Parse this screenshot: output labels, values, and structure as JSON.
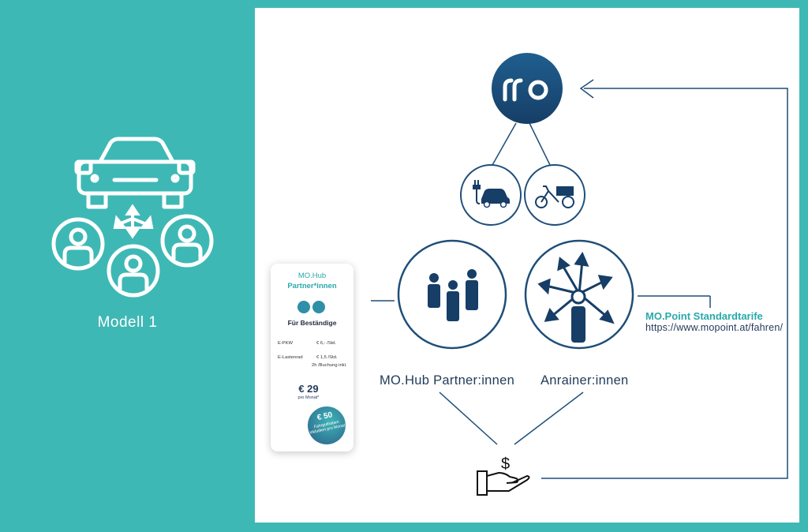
{
  "model_label": "Modell 1",
  "logo_icon": "mopoint-logo-icon",
  "vehicles": [
    "e-car-charging-icon",
    "cargo-bike-icon"
  ],
  "groups": {
    "partners_label": "MO.Hub Partner:innen",
    "residents_label": "Anrainer:innen"
  },
  "tariff": {
    "title": "MO.Point Standardtarife",
    "url": "https://www.mopoint.at/fahren/"
  },
  "payment_icon": "hand-dollar-icon",
  "card": {
    "title": "MO.Hub",
    "subtitle": "Partner*innen",
    "heading": "Für Beständige",
    "rows": [
      {
        "label": "E-PKW",
        "value": "€   6,- /Std."
      },
      {
        "label": "E-Lastenrad",
        "value": "€   1,5 /Std.",
        "note": "2h /Buchung inkl."
      }
    ],
    "price": "€ 29",
    "price_note": "pro Monat*",
    "badge_amount": "€ 50",
    "badge_text": "Fahrguthaben inkludiert pro Monat"
  },
  "colors": {
    "teal": "#3eb8b5",
    "navy": "#1f4e79",
    "dark_navy": "#163e66"
  }
}
